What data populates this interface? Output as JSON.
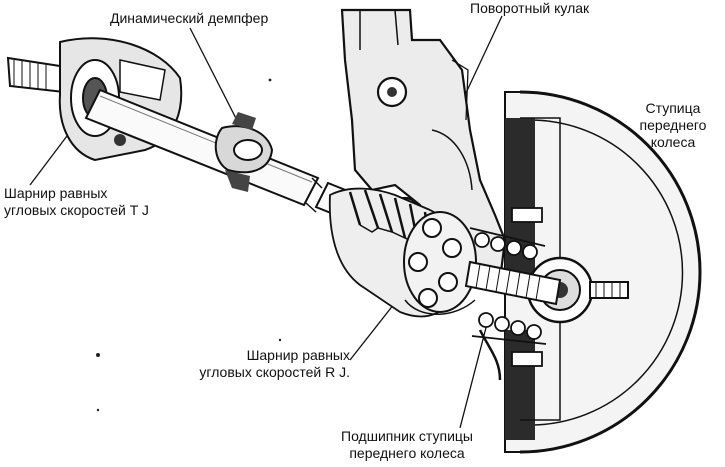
{
  "labels": {
    "damper": "Динамический демпфер",
    "knuckle": "Поворотный кулак",
    "hub": [
      "Ступица",
      "переднего",
      "колеса"
    ],
    "tj_joint": [
      "Шарнир равных",
      "угловых скоростей T J"
    ],
    "rj_joint": [
      "Шарнир равных",
      "угловых скоростей R J."
    ],
    "bearing": [
      "Подшипник ступицы",
      "переднего колеса"
    ]
  }
}
